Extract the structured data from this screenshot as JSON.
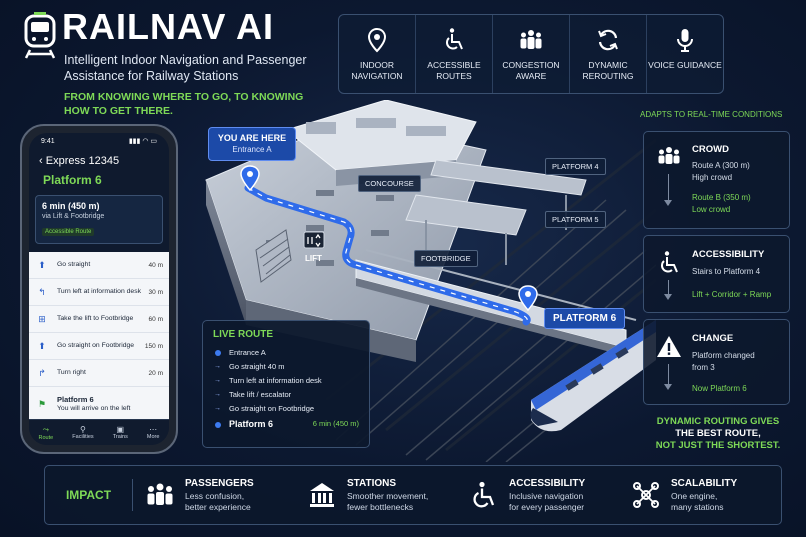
{
  "brand": {
    "title": "RAILNAV AI",
    "subtitle": "Intelligent Indoor Navigation and Passenger Assistance for Railway Stations",
    "tagline": "FROM KNOWING WHERE TO GO, TO KNOWING HOW TO GET THERE."
  },
  "features": [
    {
      "icon": "map-pin-icon",
      "label": "INDOOR NAVIGATION"
    },
    {
      "icon": "wheelchair-icon",
      "label": "ACCESSIBLE ROUTES"
    },
    {
      "icon": "crowd-icon",
      "label": "CONGESTION AWARE"
    },
    {
      "icon": "refresh-icon",
      "label": "DYNAMIC REROUTING"
    },
    {
      "icon": "microphone-icon",
      "label": "VOICE GUIDANCE"
    }
  ],
  "phone": {
    "time": "9:41",
    "train": "Express 12345",
    "platform": "Platform 6",
    "summary_time": "6 min (450 m)",
    "summary_via": "via Lift & Footbridge",
    "badge": "Accessible Route",
    "steps": [
      {
        "icon": "arrow-up-icon",
        "text": "Go straight",
        "dist": "40 m"
      },
      {
        "icon": "turn-left-icon",
        "text": "Turn left at information desk",
        "dist": "30 m"
      },
      {
        "icon": "lift-icon",
        "text": "Take the lift to Footbridge",
        "dist": "60 m"
      },
      {
        "icon": "arrow-up-icon",
        "text": "Go straight on Footbridge",
        "dist": "150 m"
      },
      {
        "icon": "turn-right-icon",
        "text": "Turn right",
        "dist": "20 m"
      }
    ],
    "final_title": "Platform 6",
    "final_text": "You will arrive on the left",
    "tabs": [
      "Route",
      "Facilities",
      "Trains",
      "More"
    ]
  },
  "map": {
    "you_are_here": "YOU ARE HERE",
    "entrance": "Entrance A",
    "concourse": "CONCOURSE",
    "platform5": "PLATFORM 5",
    "platform4": "PLATFORM 4",
    "lift": "LIFT",
    "footbridge": "FOOTBRIDGE",
    "platform6": "PLATFORM 6"
  },
  "live_route": {
    "title": "LIVE ROUTE",
    "start": "Entrance A",
    "steps": [
      "Go straight 40 m",
      "Turn left at information desk",
      "Take lift / escalator",
      "Go straight on Footbridge"
    ],
    "end": "Platform 6",
    "end_detail": "6 min (450 m)"
  },
  "adapts": "ADAPTS TO REAL-TIME CONDITIONS",
  "panels": {
    "crowd": {
      "title": "CROWD",
      "text1": "Route A (300 m)",
      "text2": "High crowd",
      "new1": "Route B (350 m)",
      "new2": "Low crowd"
    },
    "accessibility": {
      "title": "ACCESSIBILITY",
      "text1": "Stairs to Platform 4",
      "new1": "Lift + Corridor + Ramp"
    },
    "change": {
      "title": "CHANGE",
      "text1": "Platform changed",
      "text2": "from 3",
      "new1": "Now Platform 6"
    }
  },
  "dynamic": {
    "line1": "DYNAMIC ROUTING GIVES",
    "line2": "THE BEST ROUTE,",
    "line3": "NOT JUST THE SHORTEST."
  },
  "impact": {
    "title": "IMPACT",
    "items": [
      {
        "icon": "passengers-icon",
        "title": "PASSENGERS",
        "l1": "Less confusion,",
        "l2": "better experience"
      },
      {
        "icon": "station-icon",
        "title": "STATIONS",
        "l1": "Smoother movement,",
        "l2": "fewer bottlenecks"
      },
      {
        "icon": "wheelchair-icon",
        "title": "ACCESSIBILITY",
        "l1": "Inclusive navigation",
        "l2": "for every passenger"
      },
      {
        "icon": "network-icon",
        "title": "SCALABILITY",
        "l1": "One engine,",
        "l2": "many stations"
      }
    ]
  },
  "colors": {
    "accent_green": "#7ed957",
    "route_blue": "#2f6bea",
    "background": "#0c1830"
  }
}
